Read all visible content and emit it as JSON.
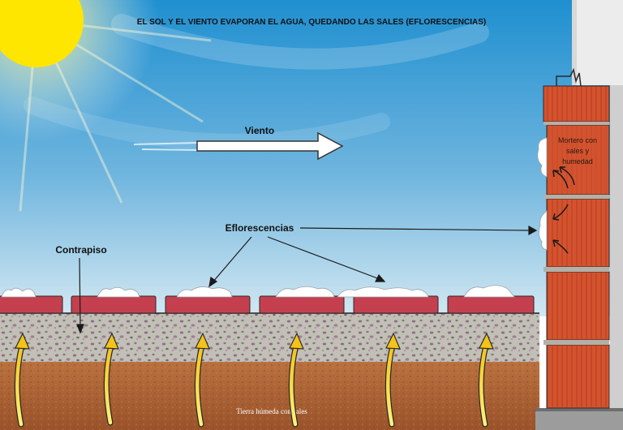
{
  "title": "EL SOL Y EL VIENTO EVAPORAN EL AGUA, QUEDANDO LAS SALES (EFLORESCENCIAS)",
  "labels": {
    "wind": "Viento",
    "efflorescence": "Eflorescencias",
    "subfloor": "Contrapiso",
    "mortar": [
      "Mortero con",
      "sales y",
      "humedad"
    ],
    "soil": "Tierra húmeda con sales"
  },
  "icons": {
    "sun": "sun-icon",
    "wind_arrow": "arrow-right-icon",
    "rising_moisture": "arrow-up-icon"
  },
  "colors": {
    "sky_top": "#1f8fd0",
    "sky_bottom": "#cde6f2",
    "sun": "#ffe600",
    "tile": "#c4404f",
    "brick": "#d4532f",
    "soil": "#a85f34",
    "concrete": "#bdbab3",
    "moisture_arrow": "#f4d21c",
    "salt": "#ffffff"
  }
}
